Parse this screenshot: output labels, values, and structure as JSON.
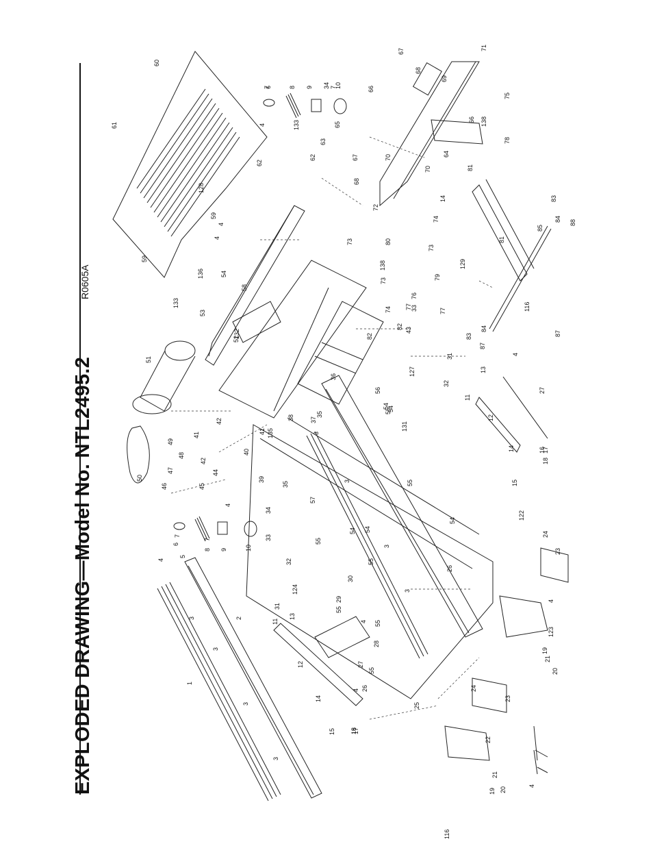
{
  "title": "EXPLODED DRAWING—Model No. NTL2495.2",
  "reference_code": "R0605A",
  "part_callouts": [
    "1",
    "2",
    "3",
    "3",
    "3",
    "3",
    "3",
    "3",
    "3",
    "3",
    "4",
    "4",
    "4",
    "4",
    "4",
    "4",
    "4",
    "4",
    "4",
    "4",
    "5",
    "6",
    "6",
    "7",
    "7",
    "7",
    "7",
    "8",
    "8",
    "9",
    "9",
    "10",
    "10",
    "11",
    "11",
    "12",
    "12",
    "13",
    "13",
    "14",
    "14",
    "14",
    "15",
    "15",
    "16",
    "16",
    "17",
    "17",
    "18",
    "18",
    "19",
    "19",
    "20",
    "20",
    "21",
    "21",
    "22",
    "23",
    "23",
    "24",
    "24",
    "25",
    "26",
    "26",
    "27",
    "27",
    "28",
    "29",
    "30",
    "31",
    "31",
    "32",
    "32",
    "33",
    "33",
    "34",
    "34",
    "35",
    "35",
    "36",
    "37",
    "38",
    "39",
    "40",
    "41",
    "41",
    "42",
    "42",
    "43",
    "44",
    "45",
    "46",
    "47",
    "48",
    "49",
    "50",
    "51",
    "52",
    "53",
    "54",
    "54",
    "54",
    "54",
    "54",
    "54",
    "55",
    "55",
    "55",
    "55",
    "55",
    "55",
    "55",
    "56",
    "57",
    "58",
    "59",
    "59",
    "60",
    "61",
    "62",
    "62",
    "63",
    "64",
    "65",
    "66",
    "66",
    "67",
    "67",
    "68",
    "68",
    "69",
    "70",
    "70",
    "71",
    "72",
    "73",
    "73",
    "73",
    "74",
    "74",
    "75",
    "76",
    "77",
    "77",
    "78",
    "79",
    "80",
    "81",
    "81",
    "82",
    "82",
    "83",
    "83",
    "84",
    "84",
    "85",
    "87",
    "87",
    "88",
    "116",
    "116",
    "122",
    "123",
    "124",
    "127",
    "128",
    "129",
    "131",
    "132",
    "133",
    "133",
    "135",
    "136",
    "138",
    "138"
  ]
}
